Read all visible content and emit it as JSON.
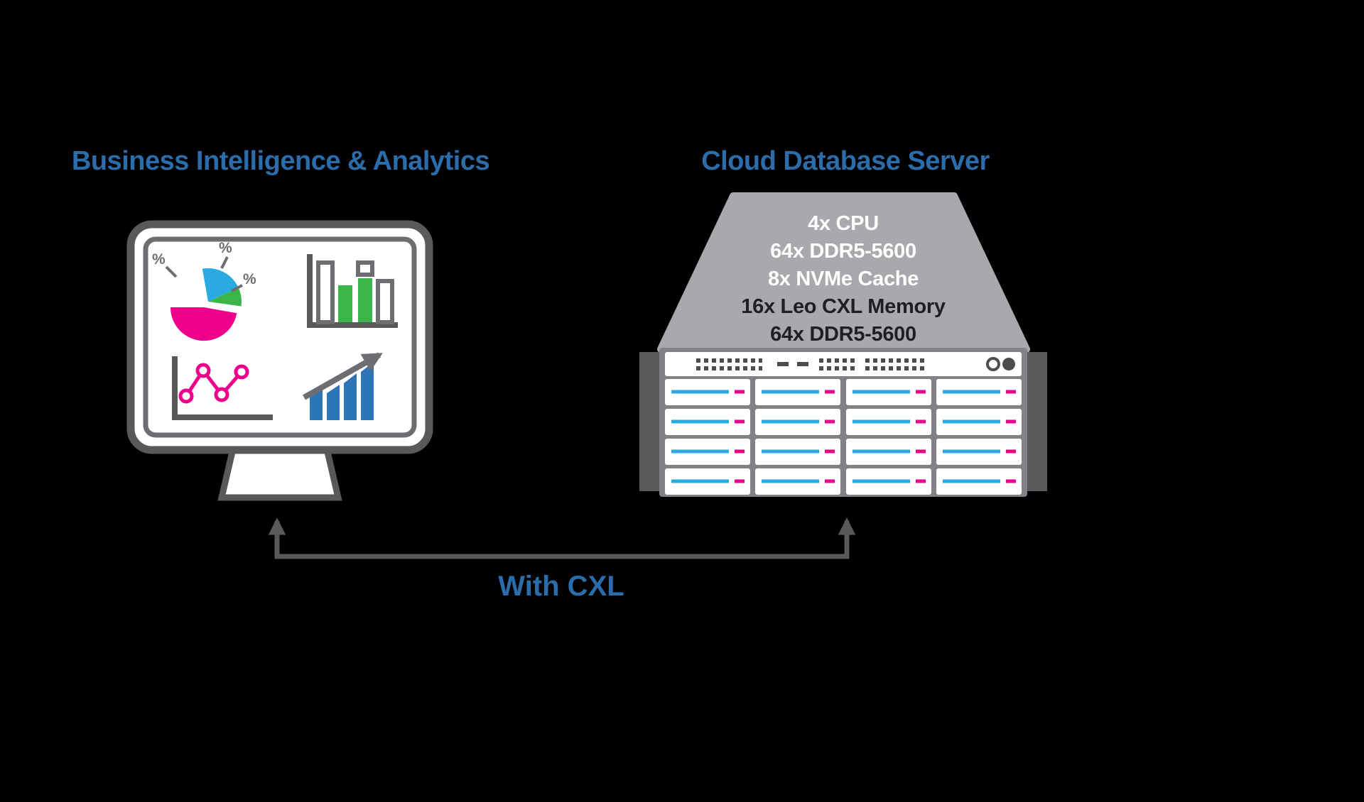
{
  "left": {
    "title": "Business Intelligence & Analytics"
  },
  "right": {
    "title": "Cloud Database Server",
    "specs": [
      {
        "text": "4x CPU",
        "tone": "light"
      },
      {
        "text": "64x DDR5-5600",
        "tone": "light"
      },
      {
        "text": "8x NVMe Cache",
        "tone": "light"
      },
      {
        "text": "16x Leo CXL Memory",
        "tone": "dark"
      },
      {
        "text": "64x DDR5-5600",
        "tone": "dark"
      }
    ]
  },
  "connector": {
    "label": "With CXL"
  },
  "monitor": {
    "pie_labels": [
      "%",
      "%",
      "%"
    ]
  },
  "colors": {
    "heading_blue": "#2b6cab",
    "magenta": "#ec008c",
    "green": "#39b54a",
    "cyan": "#29abe2",
    "bar_blue": "#2e75b6",
    "gray_dark": "#58595b",
    "gray_mid": "#808285",
    "gray_light": "#a7a9ac",
    "white": "#ffffff"
  }
}
